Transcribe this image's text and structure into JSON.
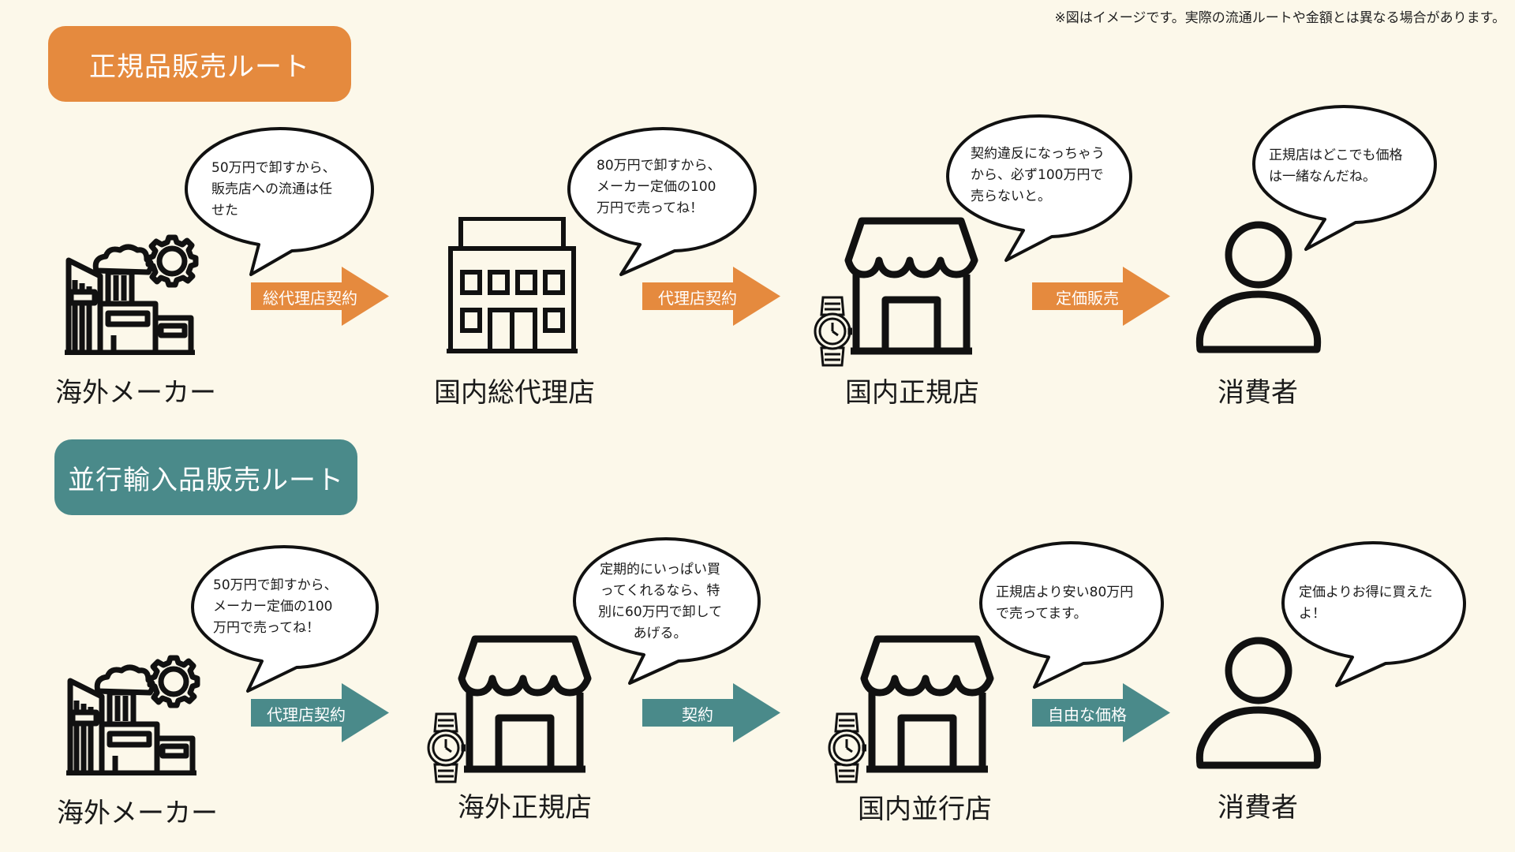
{
  "disclaimer": "※図はイメージです。実際の流通ルートや金額とは異なる場合があります。",
  "colors": {
    "background": "#fcf8ea",
    "official_accent": "#e58a3e",
    "parallel_accent": "#4a8a8a",
    "stroke": "#111111"
  },
  "official_route": {
    "title": "正規品販売ルート",
    "nodes": [
      {
        "label": "海外メーカー",
        "icon": "factory-icon"
      },
      {
        "label": "国内総代理店",
        "icon": "office-building-icon"
      },
      {
        "label": "国内正規店",
        "icon": "shop-icon"
      },
      {
        "label": "消費者",
        "icon": "person-icon"
      }
    ],
    "arrows": [
      "総代理店契約",
      "代理店契約",
      "定価販売"
    ],
    "bubbles": [
      "50万円で卸すから、\n販売店への流通は任\nせた",
      "80万円で卸すから、\nメーカー定価の100\n万円で売ってね！",
      "契約違反になっちゃう\nから、必ず100万円で\n売らないと。",
      "正規店はどこでも価格\nは一緒なんだね。"
    ]
  },
  "parallel_route": {
    "title": "並行輸入品販売ルート",
    "nodes": [
      {
        "label": "海外メーカー",
        "icon": "factory-icon"
      },
      {
        "label": "海外正規店",
        "icon": "shop-icon"
      },
      {
        "label": "国内並行店",
        "icon": "shop-icon"
      },
      {
        "label": "消費者",
        "icon": "person-icon"
      }
    ],
    "arrows": [
      "代理店契約",
      "契約",
      "自由な価格"
    ],
    "bubbles": [
      "50万円で卸すから、\nメーカー定価の100\n万円で売ってね！",
      "定期的にいっぱい買\nってくれるなら、特\n別に60万円で卸して\nあげる。",
      "正規店より安い80万円\nで売ってます。",
      "定価よりお得に買えた\nよ！"
    ]
  }
}
